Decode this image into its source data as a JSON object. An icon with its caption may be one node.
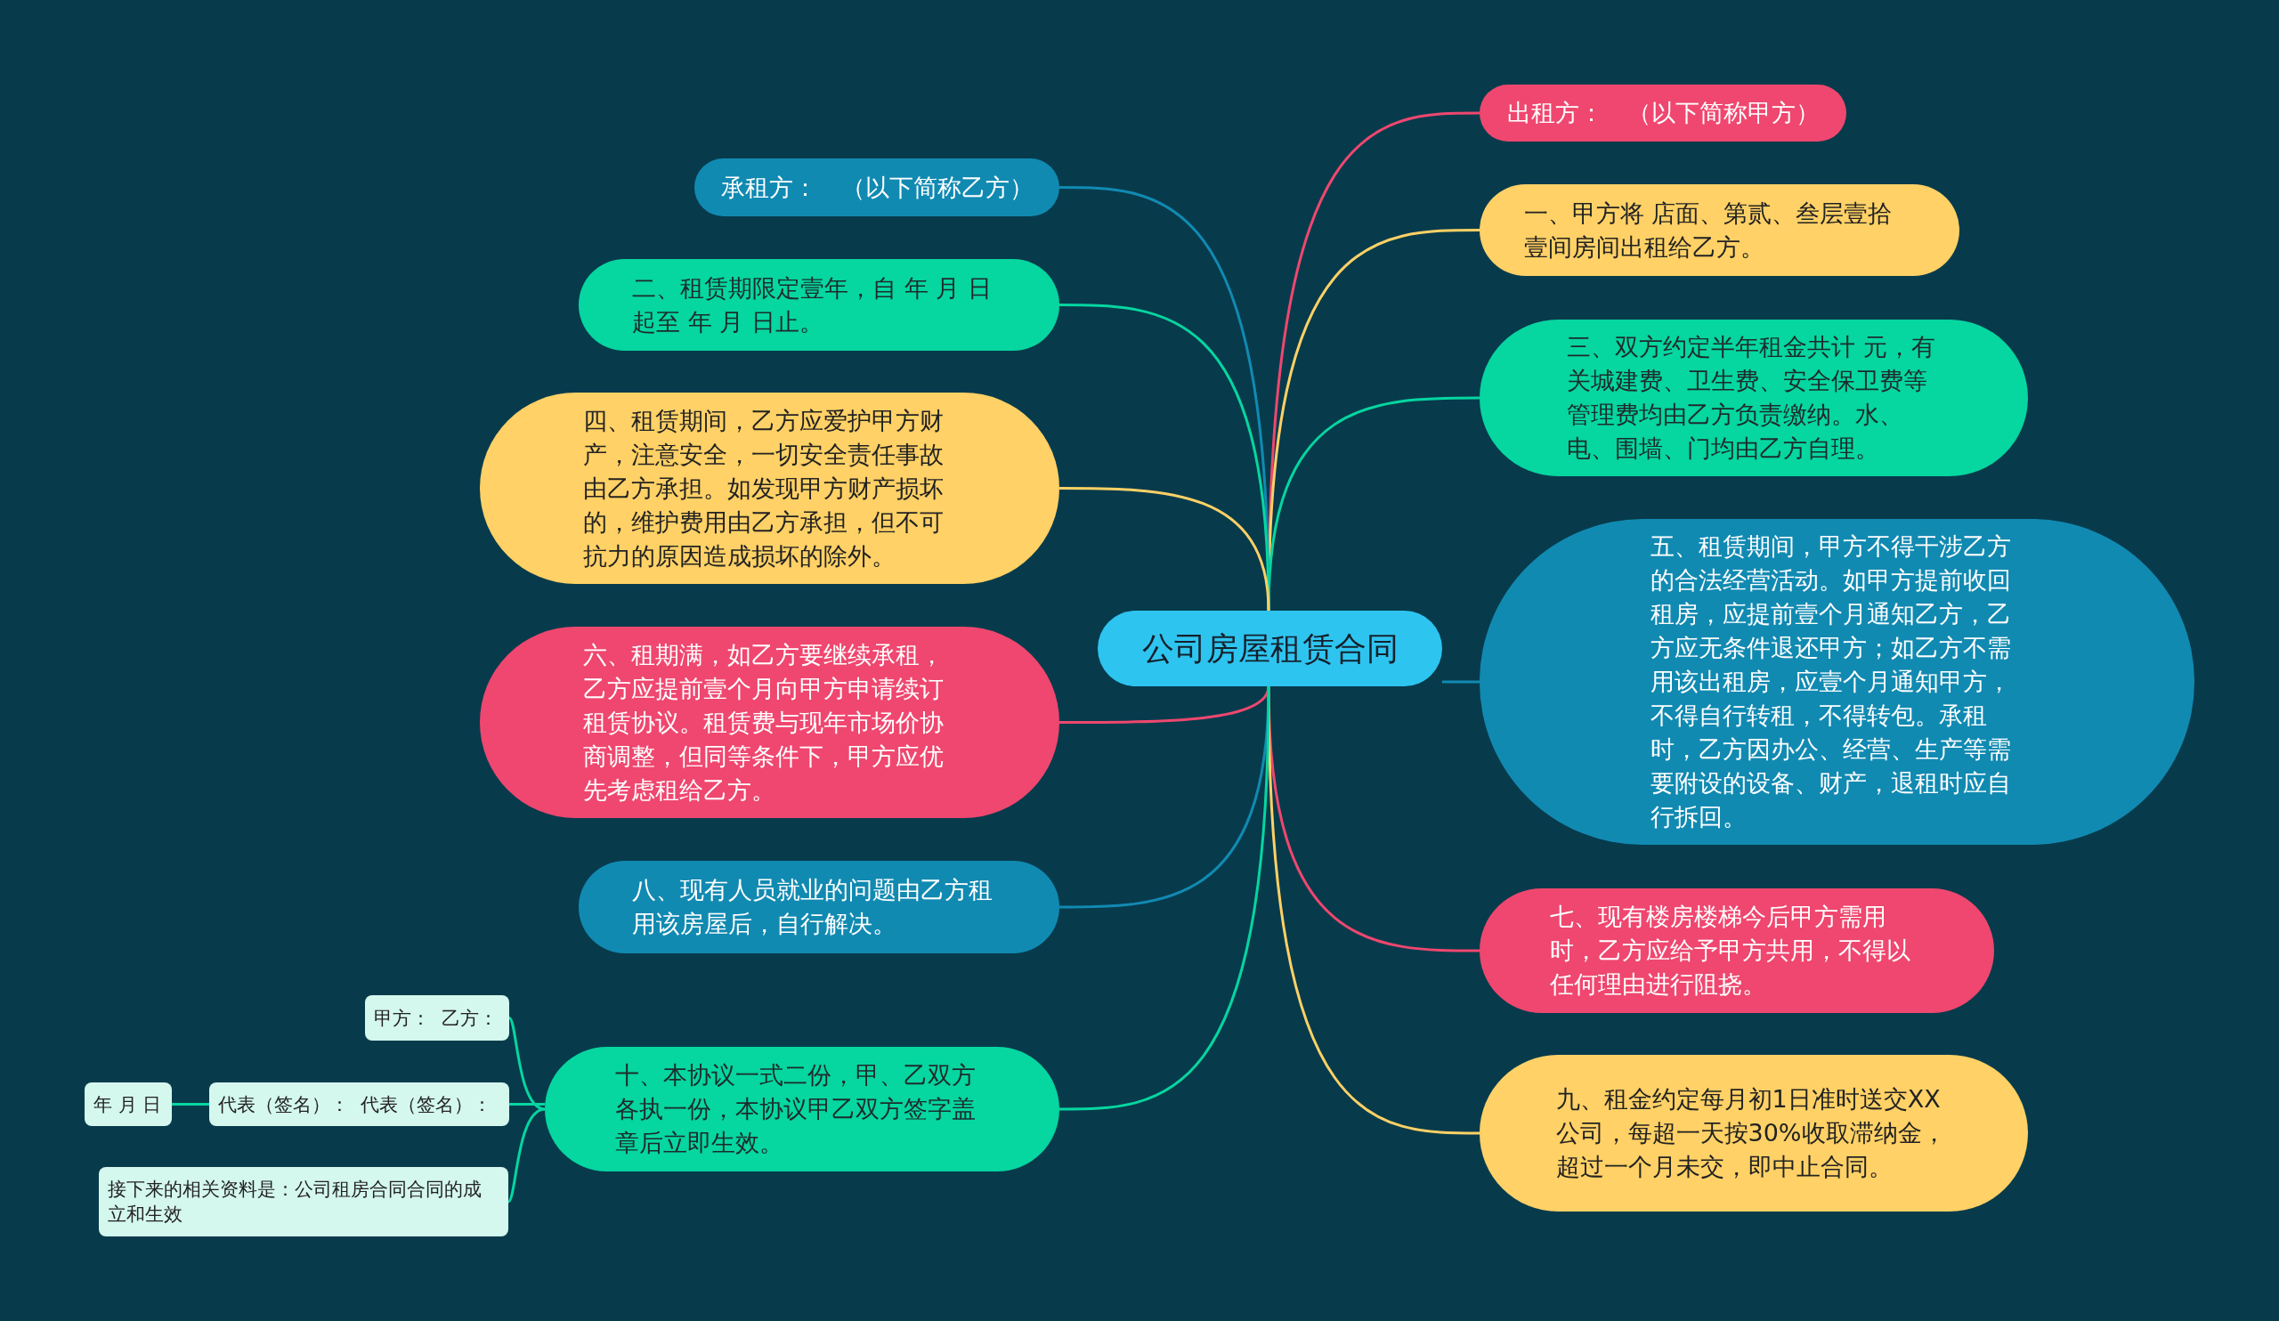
{
  "diagram": {
    "nodes": [
      {
        "text": [
          "公司房屋租赁合同"
        ]
      },
      {
        "text": [
          "出租方：　（以下简称甲方）"
        ]
      },
      {
        "text": [
          "一、甲方将 店面、第贰、叁层壹拾壹间房间出租给乙方。"
        ]
      },
      {
        "text": [
          "三、双方约定半年租金共计 元，有关城建费、卫生费、安全保卫费等管理费均由乙方负责缴纳。水、电、围墙、门均由乙方自理。"
        ]
      },
      {
        "text": [
          "五、租赁期间，甲方不得干涉乙方的合法经营活动。如甲方提前收回租房，应提前壹个月通知乙方，乙方应无条件退还甲方；如乙方不需用该出租房，应壹个月通知甲方，不得自行转租，不得转包。承租时，乙方因办公、经营、生产等需要附设的设备、财产，退租时应自行拆回。"
        ]
      },
      {
        "text": [
          "七、现有楼房楼梯今后甲方需用时，乙方应给予甲方共用，不得以任何理由进行阻挠。"
        ]
      },
      {
        "text": [
          "九、租金约定每月初1日准时送交XX公司，每超一天按30%收取滞纳金，超过一个月未交，即中止合同。"
        ]
      },
      {
        "text": [
          "承租方：　（以下简称乙方）"
        ]
      },
      {
        "text": [
          "二、租赁期限定壹年，自 年 月 日起至 年 月 日止。"
        ]
      },
      {
        "text": [
          "四、租赁期间，乙方应爱护甲方财产，注意安全，一切安全责任事故由乙方承担。如发现甲方财产损坏的，维护费用由乙方承担，但不可抗力的原因造成损坏的除外。"
        ]
      },
      {
        "text": [
          "六、租期满，如乙方要继续承租，乙方应提前壹个月向甲方申请续订租赁协议。租赁费与现年市场价协商调整，但同等条件下，甲方应优先考虑租给乙方。"
        ]
      },
      {
        "text": [
          "八、现有人员就业的问题由乙方租用该房屋后，自行解决。"
        ]
      },
      {
        "text": [
          "十、本协议一式二份，甲、乙双方各执一份，本协议甲乙双方签字盖章后立即生效。"
        ]
      },
      {
        "text": [
          "甲方：  乙方："
        ]
      },
      {
        "text": [
          "代表（签名）：  代表（签名）："
        ]
      },
      {
        "text": [
          "年 月 日"
        ]
      },
      {
        "text": [
          "接下来的相关资料是：公司租房合同合同的成立和生效"
        ]
      }
    ],
    "edges": [
      {
        "from": 0,
        "to": 1,
        "arrow": "none",
        "color": "#ef476f"
      },
      {
        "from": 0,
        "to": 2,
        "arrow": "none",
        "color": "#ffd166"
      },
      {
        "from": 0,
        "to": 3,
        "arrow": "none",
        "color": "#06d6a0"
      },
      {
        "from": 0,
        "to": 4,
        "arrow": "none",
        "color": "#118ab2"
      },
      {
        "from": 0,
        "to": 5,
        "arrow": "none",
        "color": "#ef476f"
      },
      {
        "from": 0,
        "to": 6,
        "arrow": "none",
        "color": "#ffd166"
      },
      {
        "from": 0,
        "to": 7,
        "arrow": "none",
        "color": "#118ab2"
      },
      {
        "from": 0,
        "to": 8,
        "arrow": "none",
        "color": "#06d6a0"
      },
      {
        "from": 0,
        "to": 9,
        "arrow": "none",
        "color": "#ffd166"
      },
      {
        "from": 0,
        "to": 10,
        "arrow": "none",
        "color": "#ef476f"
      },
      {
        "from": 0,
        "to": 11,
        "arrow": "none",
        "color": "#118ab2"
      },
      {
        "from": 0,
        "to": 12,
        "arrow": "none",
        "color": "#06d6a0"
      },
      {
        "from": 12,
        "to": 13,
        "arrow": "none",
        "color": "#06d6a0"
      },
      {
        "from": 12,
        "to": 14,
        "arrow": "none",
        "color": "#06d6a0"
      },
      {
        "from": 14,
        "to": 15,
        "arrow": "none",
        "color": "#06d6a0"
      },
      {
        "from": 12,
        "to": 16,
        "arrow": "none",
        "color": "#06d6a0"
      }
    ]
  }
}
